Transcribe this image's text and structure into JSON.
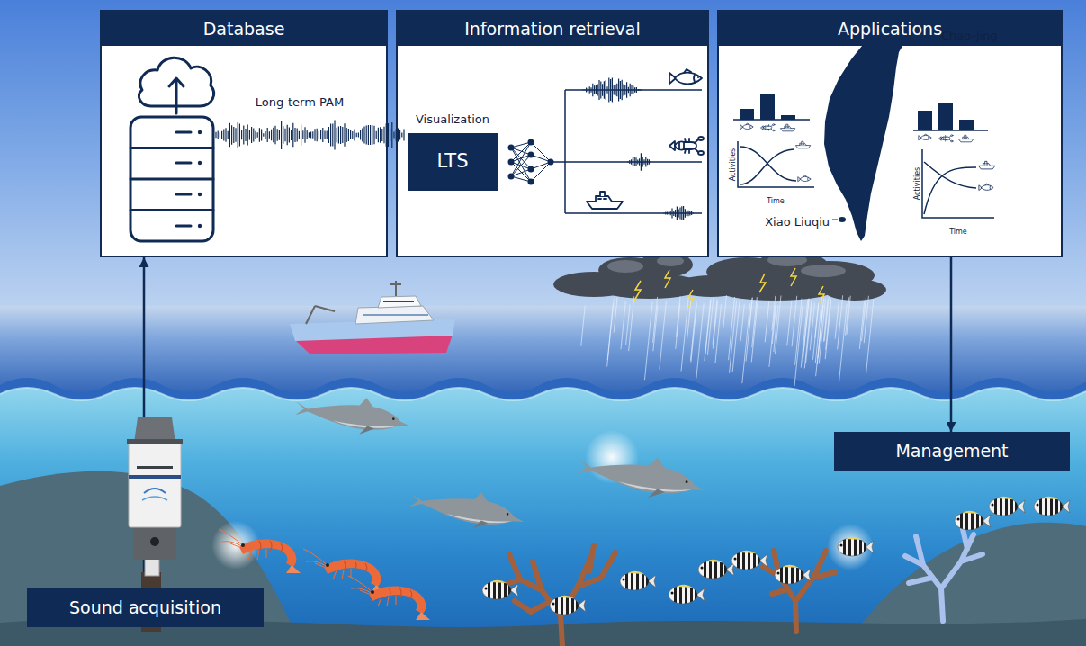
{
  "diagram": {
    "nodes": [
      {
        "text": [
          "Database"
        ]
      },
      {
        "text": [
          "Information retrieval"
        ]
      },
      {
        "text": [
          "LTS"
        ],
        "in": 1
      },
      {
        "text": [
          "Applications"
        ]
      },
      {
        "text": [
          "Management"
        ]
      },
      {
        "text": [
          "Sound acquisition"
        ]
      }
    ],
    "edges": [
      {
        "from": 5,
        "to": 0,
        "arrow": "to"
      },
      {
        "from": 3,
        "to": 4,
        "arrow": "to"
      }
    ],
    "labels": [
      "Long-term PAM",
      "Visualization",
      "Chao-Jing",
      "Activities",
      "Time",
      "Activities",
      "Time",
      "Xiao Liuqiu"
    ]
  }
}
